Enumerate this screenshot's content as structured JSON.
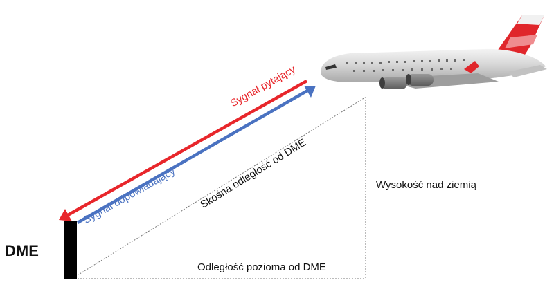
{
  "labels": {
    "station": "DME",
    "interrogation_signal": "Sygnał pytający",
    "reply_signal": "Sygnał odpowiadający",
    "slant_range": "Skośna odległość od DME",
    "altitude": "Wysokość nad ziemią",
    "ground_distance": "Odległość pozioma od DME"
  },
  "colors": {
    "interrogation_signal": "#e8262b",
    "reply_signal": "#4a72c1",
    "station": "#000000",
    "guide_lines": "#777777",
    "aircraft_body": "#c8c8c8",
    "aircraft_tail": "#e0262b"
  },
  "icons": {
    "station": "dme-antenna-icon",
    "aircraft": "airliner-icon"
  }
}
